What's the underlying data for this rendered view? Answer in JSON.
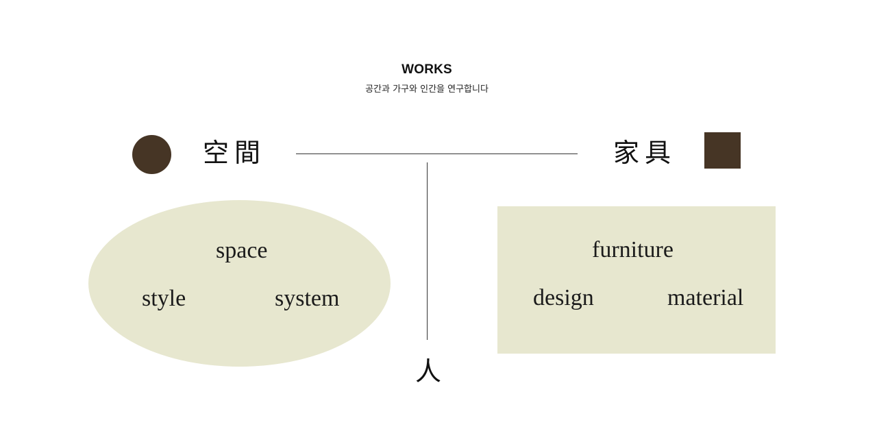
{
  "header": {
    "title": "WORKS",
    "subtitle": "공간과 가구와 인간을 연구합니다"
  },
  "diagram": {
    "space_kanji": "空間",
    "furniture_kanji": "家具",
    "human_kanji": "人",
    "space_words": {
      "top": "space",
      "left": "style",
      "right": "system"
    },
    "furniture_words": {
      "top": "furniture",
      "left": "design",
      "right": "material"
    }
  },
  "colors": {
    "marker": "#463525",
    "panel": "#e7e7cf",
    "line": "#333333",
    "text": "#111111"
  }
}
